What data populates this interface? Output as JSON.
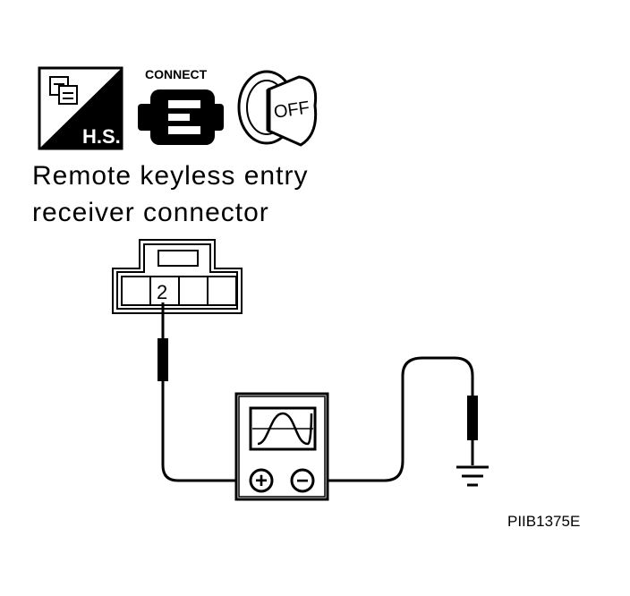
{
  "icons": {
    "hs_badge": {
      "label": "H.S.",
      "icon": "harness-connector-hs-icon"
    },
    "connect_badge": {
      "label": "CONNECT",
      "icon": "connector-plug-icon"
    },
    "ignition_badge": {
      "label": "OFF",
      "icon": "ignition-key-off-icon"
    }
  },
  "title": {
    "line1": "Remote keyless entry",
    "line2": "receiver connector"
  },
  "connector": {
    "terminal_label": "2"
  },
  "meter": {
    "icon": "oscilloscope-waveform-icon",
    "positive_symbol": "+",
    "negative_symbol": "−"
  },
  "ground": {
    "icon": "ground-symbol-icon"
  },
  "figure_code": "PIIB1375E"
}
